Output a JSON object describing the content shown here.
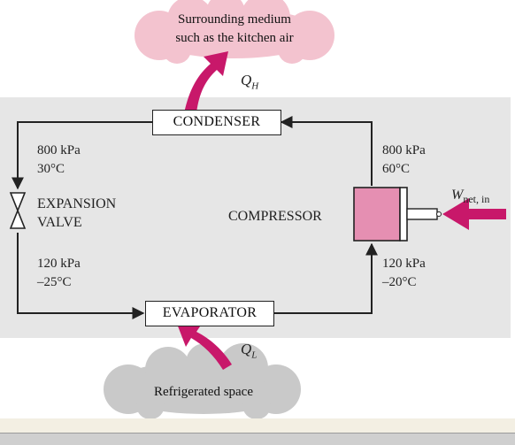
{
  "top_cloud": {
    "line1": "Surrounding medium",
    "line2": "such as the kitchen air"
  },
  "bottom_cloud": {
    "label": "Refrigerated space"
  },
  "heat_labels": {
    "q_h_symbol": "Q",
    "q_h_sub": "H",
    "q_l_symbol": "Q",
    "q_l_sub": "L",
    "w_net_symbol": "W",
    "w_net_sub": "net, in"
  },
  "components": {
    "condenser": "CONDENSER",
    "evaporator": "EVAPORATOR",
    "compressor": "COMPRESSOR",
    "expansion_line1": "EXPANSION",
    "expansion_line2": "VALVE"
  },
  "states": {
    "top_left_pressure": "800 kPa",
    "top_left_temp": "30°C",
    "top_right_pressure": "800 kPa",
    "top_right_temp": "60°C",
    "bottom_left_pressure": "120 kPa",
    "bottom_left_temp": "–25°C",
    "bottom_right_pressure": "120 kPa",
    "bottom_right_temp": "–20°C"
  },
  "colors": {
    "system_background": "#e6e6e6",
    "cloud_pink": "#f3c3cf",
    "cloud_gray": "#c9c9c9",
    "arrow_magenta": "#c8186a",
    "compressor_fill": "#e58fb2"
  }
}
